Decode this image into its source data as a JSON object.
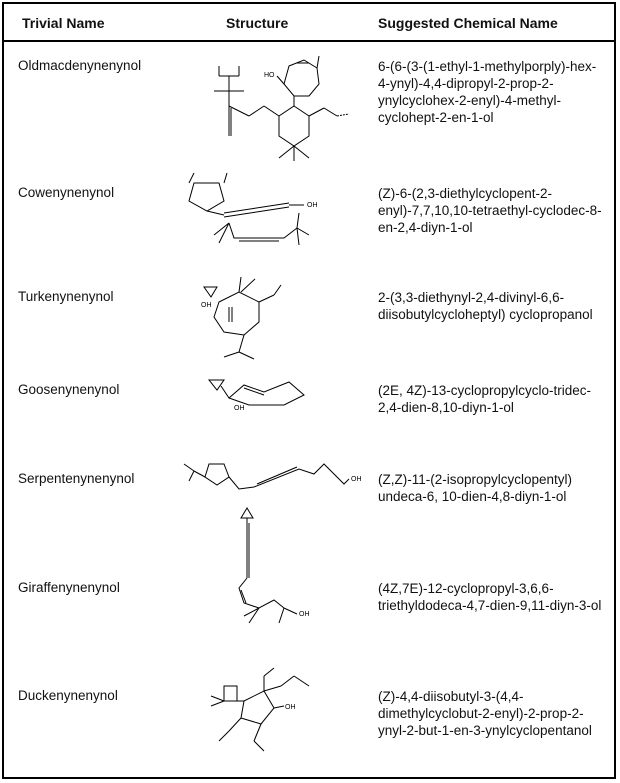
{
  "table": {
    "headers": [
      "Trivial Name",
      "Structure",
      "Suggested Chemical Name"
    ],
    "rows": [
      {
        "trivial": "Oldmacdenynenynol",
        "label": "HO",
        "chemical": "6-(6-(3-(1-ethyl-1-methylporply)-hex-4-ynyl)-4,4-dipropyl-2-prop-2-ynylcyclohex-2-enyl)-4-methyl-cyclohept-2-en-1-ol"
      },
      {
        "trivial": "Cowenynenynol",
        "label": "OH",
        "chemical": "(Z)-6-(2,3-diethylcyclopent-2-enyl)-7,7,10,10-tetraethyl-cyclodec-8-en-2,4-diyn-1-ol"
      },
      {
        "trivial": "Turkenynenynol",
        "label": "OH",
        "chemical": "2-(3,3-diethynyl-2,4-divinyl-6,6-diisobutylcycloheptyl) cyclopropanol"
      },
      {
        "trivial": "Goosenynenynol",
        "label": "OH",
        "chemical": "(2E, 4Z)-13-cyclopropylcyclo-tridec-2,4-dien-8,10-diyn-1-ol"
      },
      {
        "trivial": "Serpentenynenynol",
        "label": "OH",
        "chemical": "(Z,Z)-11-(2-isopropylcyclopentyl) undeca-6, 10-dien-4,8-diyn-1-ol"
      },
      {
        "trivial": "Giraffenynenynol",
        "label": "OH",
        "chemical": "(4Z,7E)-12-cyclopropyl-3,6,6-triethyldodeca-4,7-dien-9,11-diyn-3-ol"
      },
      {
        "trivial": "Duckenynenynol",
        "label": "OH",
        "chemical": "(Z)-4,4-diisobutyl-3-(4,4-dimethylcyclobut-2-enyl)-2-prop-2-ynyl-2-but-1-en-3-ynylcyclopentanol"
      }
    ]
  }
}
